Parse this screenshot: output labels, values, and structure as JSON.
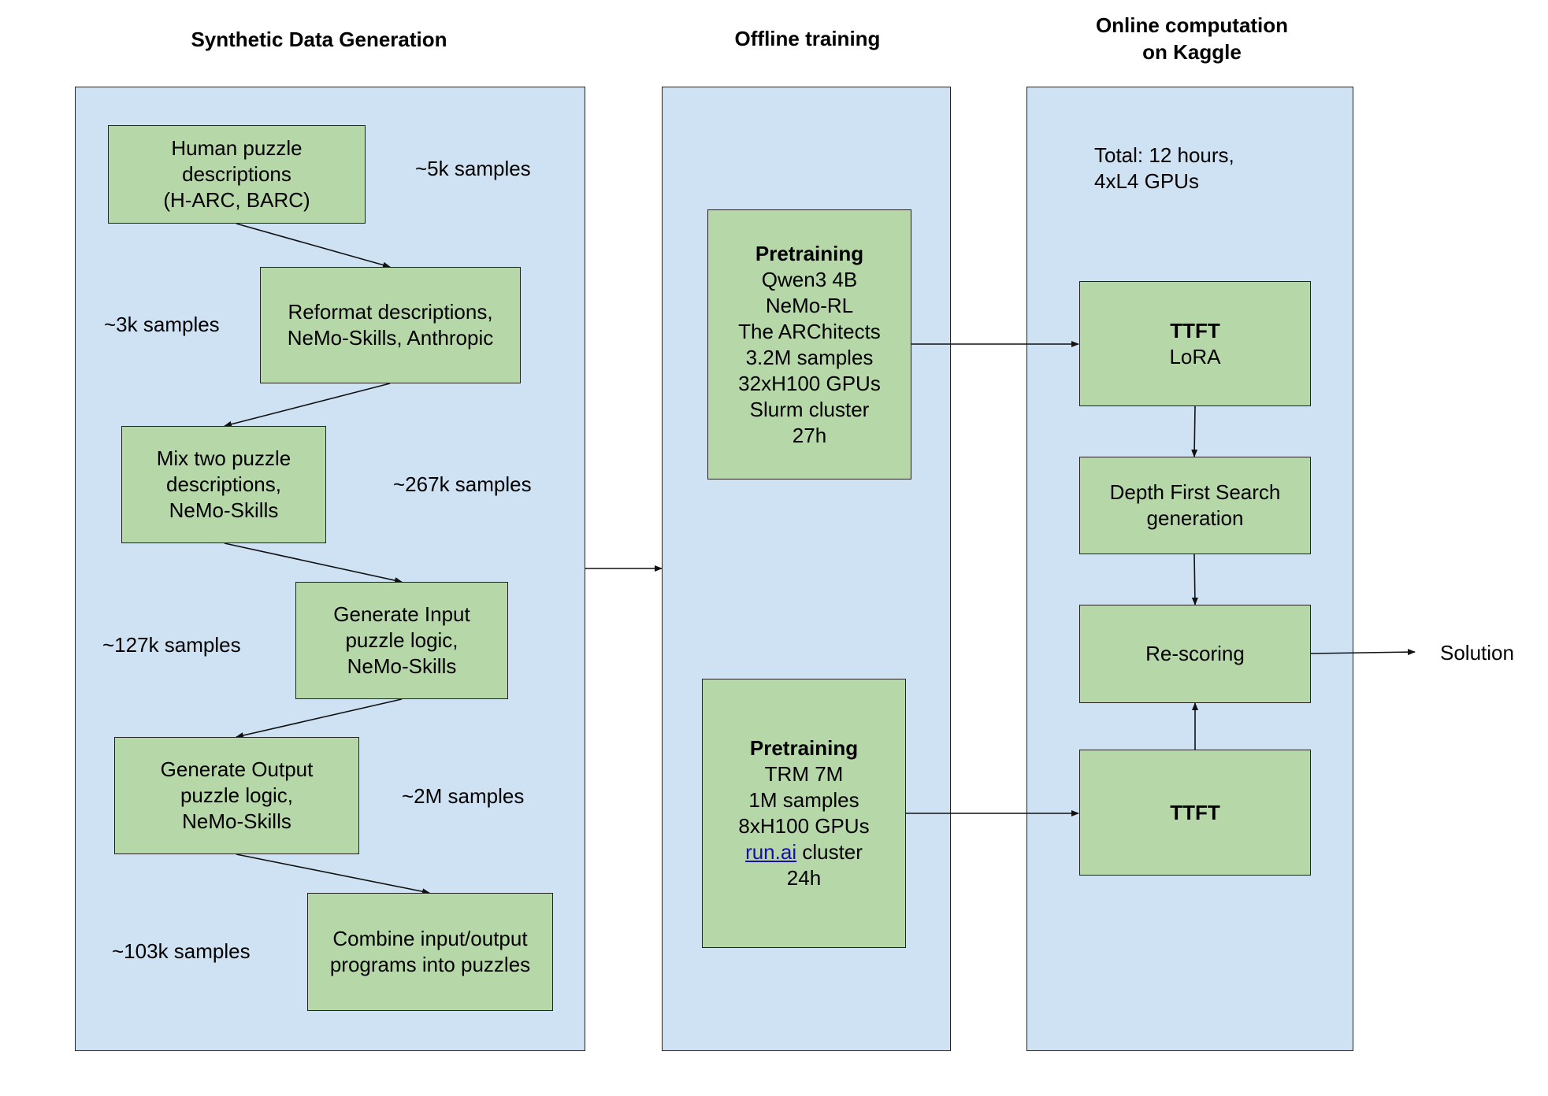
{
  "columns": {
    "synthetic": "Synthetic Data Generation",
    "offline": "Offline training",
    "online_line1": "Online computation",
    "online_line2": "on Kaggle"
  },
  "synthetic": {
    "box1": [
      "Human puzzle",
      "descriptions",
      "(H-ARC, BARC)"
    ],
    "box2": [
      "Reformat descriptions,",
      "NeMo-Skills, Anthropic"
    ],
    "box3": [
      "Mix two puzzle",
      "descriptions,",
      "NeMo-Skills"
    ],
    "box4": [
      "Generate Input",
      "puzzle logic,",
      "NeMo-Skills"
    ],
    "box5": [
      "Generate Output",
      "puzzle logic,",
      "NeMo-Skills"
    ],
    "box6": [
      "Combine input/output",
      "programs into puzzles"
    ],
    "samples": [
      "~5k samples",
      "~3k samples",
      "~267k samples",
      "~127k samples",
      "~2M samples",
      "~103k samples"
    ]
  },
  "offline": {
    "pretrain1": {
      "title": "Pretraining",
      "lines": [
        "Qwen3 4B",
        "NeMo-RL",
        "The ARChitects",
        "3.2M samples",
        "32xH100 GPUs",
        "Slurm cluster",
        "27h"
      ]
    },
    "pretrain2": {
      "title": "Pretraining",
      "lines": [
        "TRM 7M",
        "1M samples",
        "8xH100 GPUs"
      ],
      "link": "run.ai",
      "cluster": " cluster",
      "last": "24h"
    }
  },
  "online": {
    "total_line1": "Total: 12 hours,",
    "total_line2": "4xL4 GPUs",
    "ttft1_title": "TTFT",
    "ttft1_sub": "LoRA",
    "dfs": [
      "Depth First Search",
      "generation"
    ],
    "rescoring": "Re-scoring",
    "ttft2_title": "TTFT"
  },
  "solution": "Solution",
  "colors": {
    "panel": "#cfe2f3",
    "box": "#b6d7a8",
    "stroke": "#222222"
  }
}
